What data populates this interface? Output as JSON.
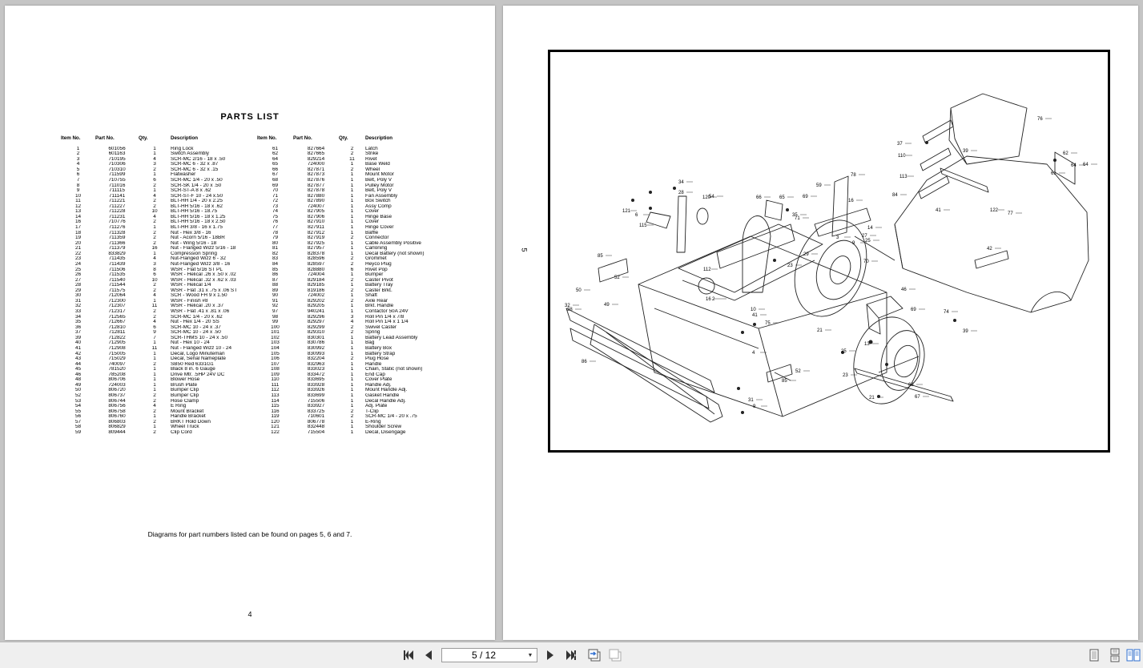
{
  "left_page": {
    "title": "PARTS LIST",
    "headers": [
      "Item No.",
      "Part No.",
      "Qty.",
      "Description",
      "Item No.",
      "Part No.",
      "Qty.",
      "Description"
    ],
    "rows": [
      [
        "1",
        "601056",
        "1",
        "Ring Lock",
        "61",
        "827664",
        "2",
        "Latch"
      ],
      [
        "2",
        "601163",
        "1",
        "Switch Assembly",
        "62",
        "827665",
        "2",
        "Strike"
      ],
      [
        "3",
        "710195",
        "4",
        "SCR-MC 2/16 - 18 x .50",
        "64",
        "829214",
        "11",
        "Rivet"
      ],
      [
        "4",
        "710306",
        "3",
        "SCR-MC 6 - 32 x .87",
        "65",
        "724000",
        "1",
        "Base Weld"
      ],
      [
        "5",
        "710310",
        "2",
        "SCR-MC 6 - 32 x .15",
        "66",
        "827871",
        "2",
        "Wheel"
      ],
      [
        "6",
        "711599",
        "1",
        "Flatwasher",
        "67",
        "827873",
        "1",
        "Mount Motor"
      ],
      [
        "7",
        "710755",
        "6",
        "SCR-MC 1/4 - 20 x .50",
        "68",
        "827876",
        "1",
        "Belt, Poly V"
      ],
      [
        "8",
        "711016",
        "2",
        "SCR-SK 1/4 - 20 x .50",
        "69",
        "827877",
        "1",
        "Pulley Motor"
      ],
      [
        "9",
        "711115",
        "1",
        "SCR-ST-A 8 x .62",
        "70",
        "827878",
        "1",
        "Belt, Poly V"
      ],
      [
        "10",
        "711141",
        "4",
        "SCR-ST-F 10 - 24 x.50",
        "71",
        "827880",
        "1",
        "Fan Assembly"
      ],
      [
        "11",
        "711221",
        "2",
        "BLT-HH 1/4 - 20 x 2.25",
        "72",
        "827890",
        "1",
        "Box Switch"
      ],
      [
        "12",
        "711227",
        "2",
        "BLT-HH 5/16 - 18 x .62",
        "73",
        "724007",
        "1",
        "Assy Comp"
      ],
      [
        "13",
        "711228",
        "10",
        "BLT-HH 5/16 - 18.75",
        "74",
        "827905",
        "1",
        "Cover"
      ],
      [
        "14",
        "711231",
        "4",
        "BLT-HH 5/16 - 18 x 1.25",
        "75",
        "827906",
        "1",
        "Hinge Base"
      ],
      [
        "16",
        "710776",
        "2",
        "BLT-HH 5/16 - 18 x 2.50",
        "76",
        "827910",
        "1",
        "Cover"
      ],
      [
        "17",
        "711276",
        "1",
        "BLT-HH 3/8 - 16 x 1.75",
        "77",
        "827911",
        "1",
        "Hinge Cover"
      ],
      [
        "18",
        "711328",
        "2",
        "Nut - Hex 3/8 - 16",
        "78",
        "827912",
        "1",
        "Baffle"
      ],
      [
        "19",
        "711359",
        "2",
        "Nut - Acorn 5/16 - 18BR",
        "79",
        "827919",
        "2",
        "Connector"
      ],
      [
        "20",
        "711366",
        "2",
        "Nut - Wing 5/16 - 18",
        "80",
        "827925",
        "1",
        "Cable Assembly Positive"
      ],
      [
        "21",
        "711379",
        "16",
        "Nut - Flanged Wizz 5/16 - 18",
        "81",
        "827957",
        "1",
        "Carloning"
      ],
      [
        "22",
        "833829",
        "1",
        "Compression Spring",
        "82",
        "828378",
        "1",
        "Decal Battery (not shown)"
      ],
      [
        "23",
        "711435",
        "4",
        "Nut-Flanged Wizz 6 - 32",
        "83",
        "828596",
        "2",
        "Grommet"
      ],
      [
        "24",
        "711439",
        "3",
        "Nut-Flanged Wizz 3/8 - 16",
        "84",
        "828597",
        "2",
        "Heyco Plug"
      ],
      [
        "25",
        "711506",
        "8",
        "WSR - Flat 5/16 ST PL",
        "85",
        "828880",
        "6",
        "Rivet Pop"
      ],
      [
        "26",
        "711535",
        "6",
        "WSR - Helical .26 x .50 x .02",
        "86",
        "724004",
        "1",
        "Bumper"
      ],
      [
        "27",
        "711540",
        "10",
        "WSR - Helical .32 x .62 x .03",
        "87",
        "829184",
        "2",
        "Caster Pivot"
      ],
      [
        "28",
        "711544",
        "2",
        "WSR - Helical 1/4",
        "88",
        "829185",
        "1",
        "Battery Tray"
      ],
      [
        "29",
        "711575",
        "2",
        "WSR - Flat .31 x .75 x .06 ST",
        "89",
        "819186",
        "2",
        "Caster Brkt."
      ],
      [
        "30",
        "712064",
        "4",
        "SCR - Wood FH 9 x 1.50",
        "90",
        "724002",
        "1",
        "Shaft"
      ],
      [
        "31",
        "712300",
        "1",
        "WSR - Finish #8",
        "91",
        "829202",
        "2",
        "Axle Rear"
      ],
      [
        "32",
        "712307",
        "11",
        "WSR - Helical .20 x .37",
        "92",
        "829205",
        "1",
        "Brkt. Handle"
      ],
      [
        "33",
        "712317",
        "2",
        "WSR - Flat .41 x .81 x .06",
        "97",
        "940241",
        "1",
        "Contactor 50A 24V"
      ],
      [
        "34",
        "712565",
        "2",
        "SCR-MC 1/4 - 20 x .62",
        "98",
        "829296",
        "3",
        "Roll Pin 1/4 x 7/8"
      ],
      [
        "35",
        "712667",
        "4",
        "Nut - Hex 1/4 - 20 SS",
        "99",
        "829297",
        "4",
        "Roll Pin 1/4 x 1 1/4"
      ],
      [
        "36",
        "712810",
        "6",
        "SCR-MC 10 - 24 x .37",
        "100",
        "829299",
        "2",
        "Swivel Caster"
      ],
      [
        "37",
        "712811",
        "9",
        "SCR-MC 10 - 24 x .50",
        "101",
        "829310",
        "2",
        "Spring"
      ],
      [
        "39",
        "712822",
        "7",
        "SCR-THMS 10 - 24 x .50",
        "102",
        "830301",
        "1",
        "Battery Lead Assembly"
      ],
      [
        "40",
        "712905",
        "1",
        "Nut - Hex 10 - 24",
        "103",
        "830786",
        "1",
        "Bag"
      ],
      [
        "41",
        "712908",
        "11",
        "Nut - Flanged Wizz 10 - 24",
        "104",
        "830992",
        "1",
        "Battery Box"
      ],
      [
        "42",
        "715005",
        "1",
        "Decal, Logo Minuteman",
        "105",
        "830993",
        "1",
        "Battery Strap"
      ],
      [
        "43",
        "715029",
        "1",
        "Decal, Serial Nameplate",
        "106",
        "832204",
        "2",
        "Plug Hose"
      ],
      [
        "44",
        "740097",
        "2",
        "SB50 Red 6331G1",
        "107",
        "832963",
        "1",
        "Handle"
      ],
      [
        "45",
        "781520",
        "1",
        "Black 8 in. 6 Gauge",
        "108",
        "833023",
        "1",
        "Chain, Static (not shown)"
      ],
      [
        "46",
        "785208",
        "1",
        "Drive Mtr. .5HP 24V DC",
        "109",
        "833472",
        "1",
        "End Cap"
      ],
      [
        "48",
        "806706",
        "1",
        "Blower Hose",
        "110",
        "833695",
        "1",
        "Cover Plate"
      ],
      [
        "49",
        "724003",
        "1",
        "Brush Plate",
        "111",
        "833928",
        "1",
        "Handle Adj."
      ],
      [
        "50",
        "806720",
        "1",
        "Bumper Clip",
        "112",
        "833926",
        "1",
        "Mount Handle Adj."
      ],
      [
        "52",
        "806737",
        "2",
        "Bumper Clip",
        "113",
        "833699",
        "1",
        "Gasket Handle"
      ],
      [
        "53",
        "806744",
        "2",
        "Hose Clamp",
        "114",
        "715506",
        "1",
        "Decal Handle Adj."
      ],
      [
        "54",
        "806756",
        "4",
        "E Ring",
        "115",
        "833927",
        "1",
        "Adj. Plate"
      ],
      [
        "55",
        "806758",
        "2",
        "Mount Bracket",
        "116",
        "833725",
        "2",
        "T-Clip"
      ],
      [
        "56",
        "806760",
        "1",
        "Handle Bracket",
        "119",
        "710601",
        "2",
        "SCR-MC 1/4 - 20 x .75"
      ],
      [
        "57",
        "806803",
        "2",
        "BRKT Hold Down",
        "120",
        "806778",
        "1",
        "E-Ring"
      ],
      [
        "58",
        "806829",
        "1",
        "Wheel Truck",
        "121",
        "832448",
        "1",
        "Shoulder Screw"
      ],
      [
        "59",
        "809444",
        "2",
        "Clip Cord",
        "122",
        "715504",
        "1",
        "Decal, Disengage"
      ]
    ],
    "footnote": "Diagrams for part numbers listed can be found on pages 5, 6 and 7.",
    "page_number": "4"
  },
  "right_page": {
    "page_number": "5",
    "callouts": [
      "76",
      "37",
      "110",
      "39",
      "62",
      "64",
      "64",
      "61",
      "113",
      "77",
      "84",
      "122",
      "41",
      "78",
      "59",
      "42",
      "34",
      "28",
      "121",
      "6",
      "115",
      "120",
      "54",
      "66",
      "65",
      "69",
      "16",
      "35",
      "71",
      "14",
      "27",
      "3",
      "25",
      "9",
      "29",
      "23",
      "70",
      "2",
      "85",
      "52",
      "49",
      "50",
      "112",
      "16",
      "10",
      "41",
      "75",
      "46",
      "32",
      "69",
      "74",
      "39",
      "38",
      "86",
      "21",
      "13",
      "25",
      "23",
      "52",
      "85",
      "68",
      "67",
      "21",
      "31",
      "9",
      "4"
    ]
  },
  "toolbar": {
    "page_indicator": "5 / 12",
    "icons": [
      "first-page-icon",
      "prev-page-icon",
      "page-select-arrow-icon",
      "next-page-icon",
      "last-page-icon",
      "go-back-icon",
      "go-forward-icon",
      "single-page-view-icon",
      "continuous-view-icon",
      "two-page-view-icon"
    ],
    "colors": {
      "active_blue": "#2f6fd0",
      "icon_dark": "#333333"
    }
  }
}
